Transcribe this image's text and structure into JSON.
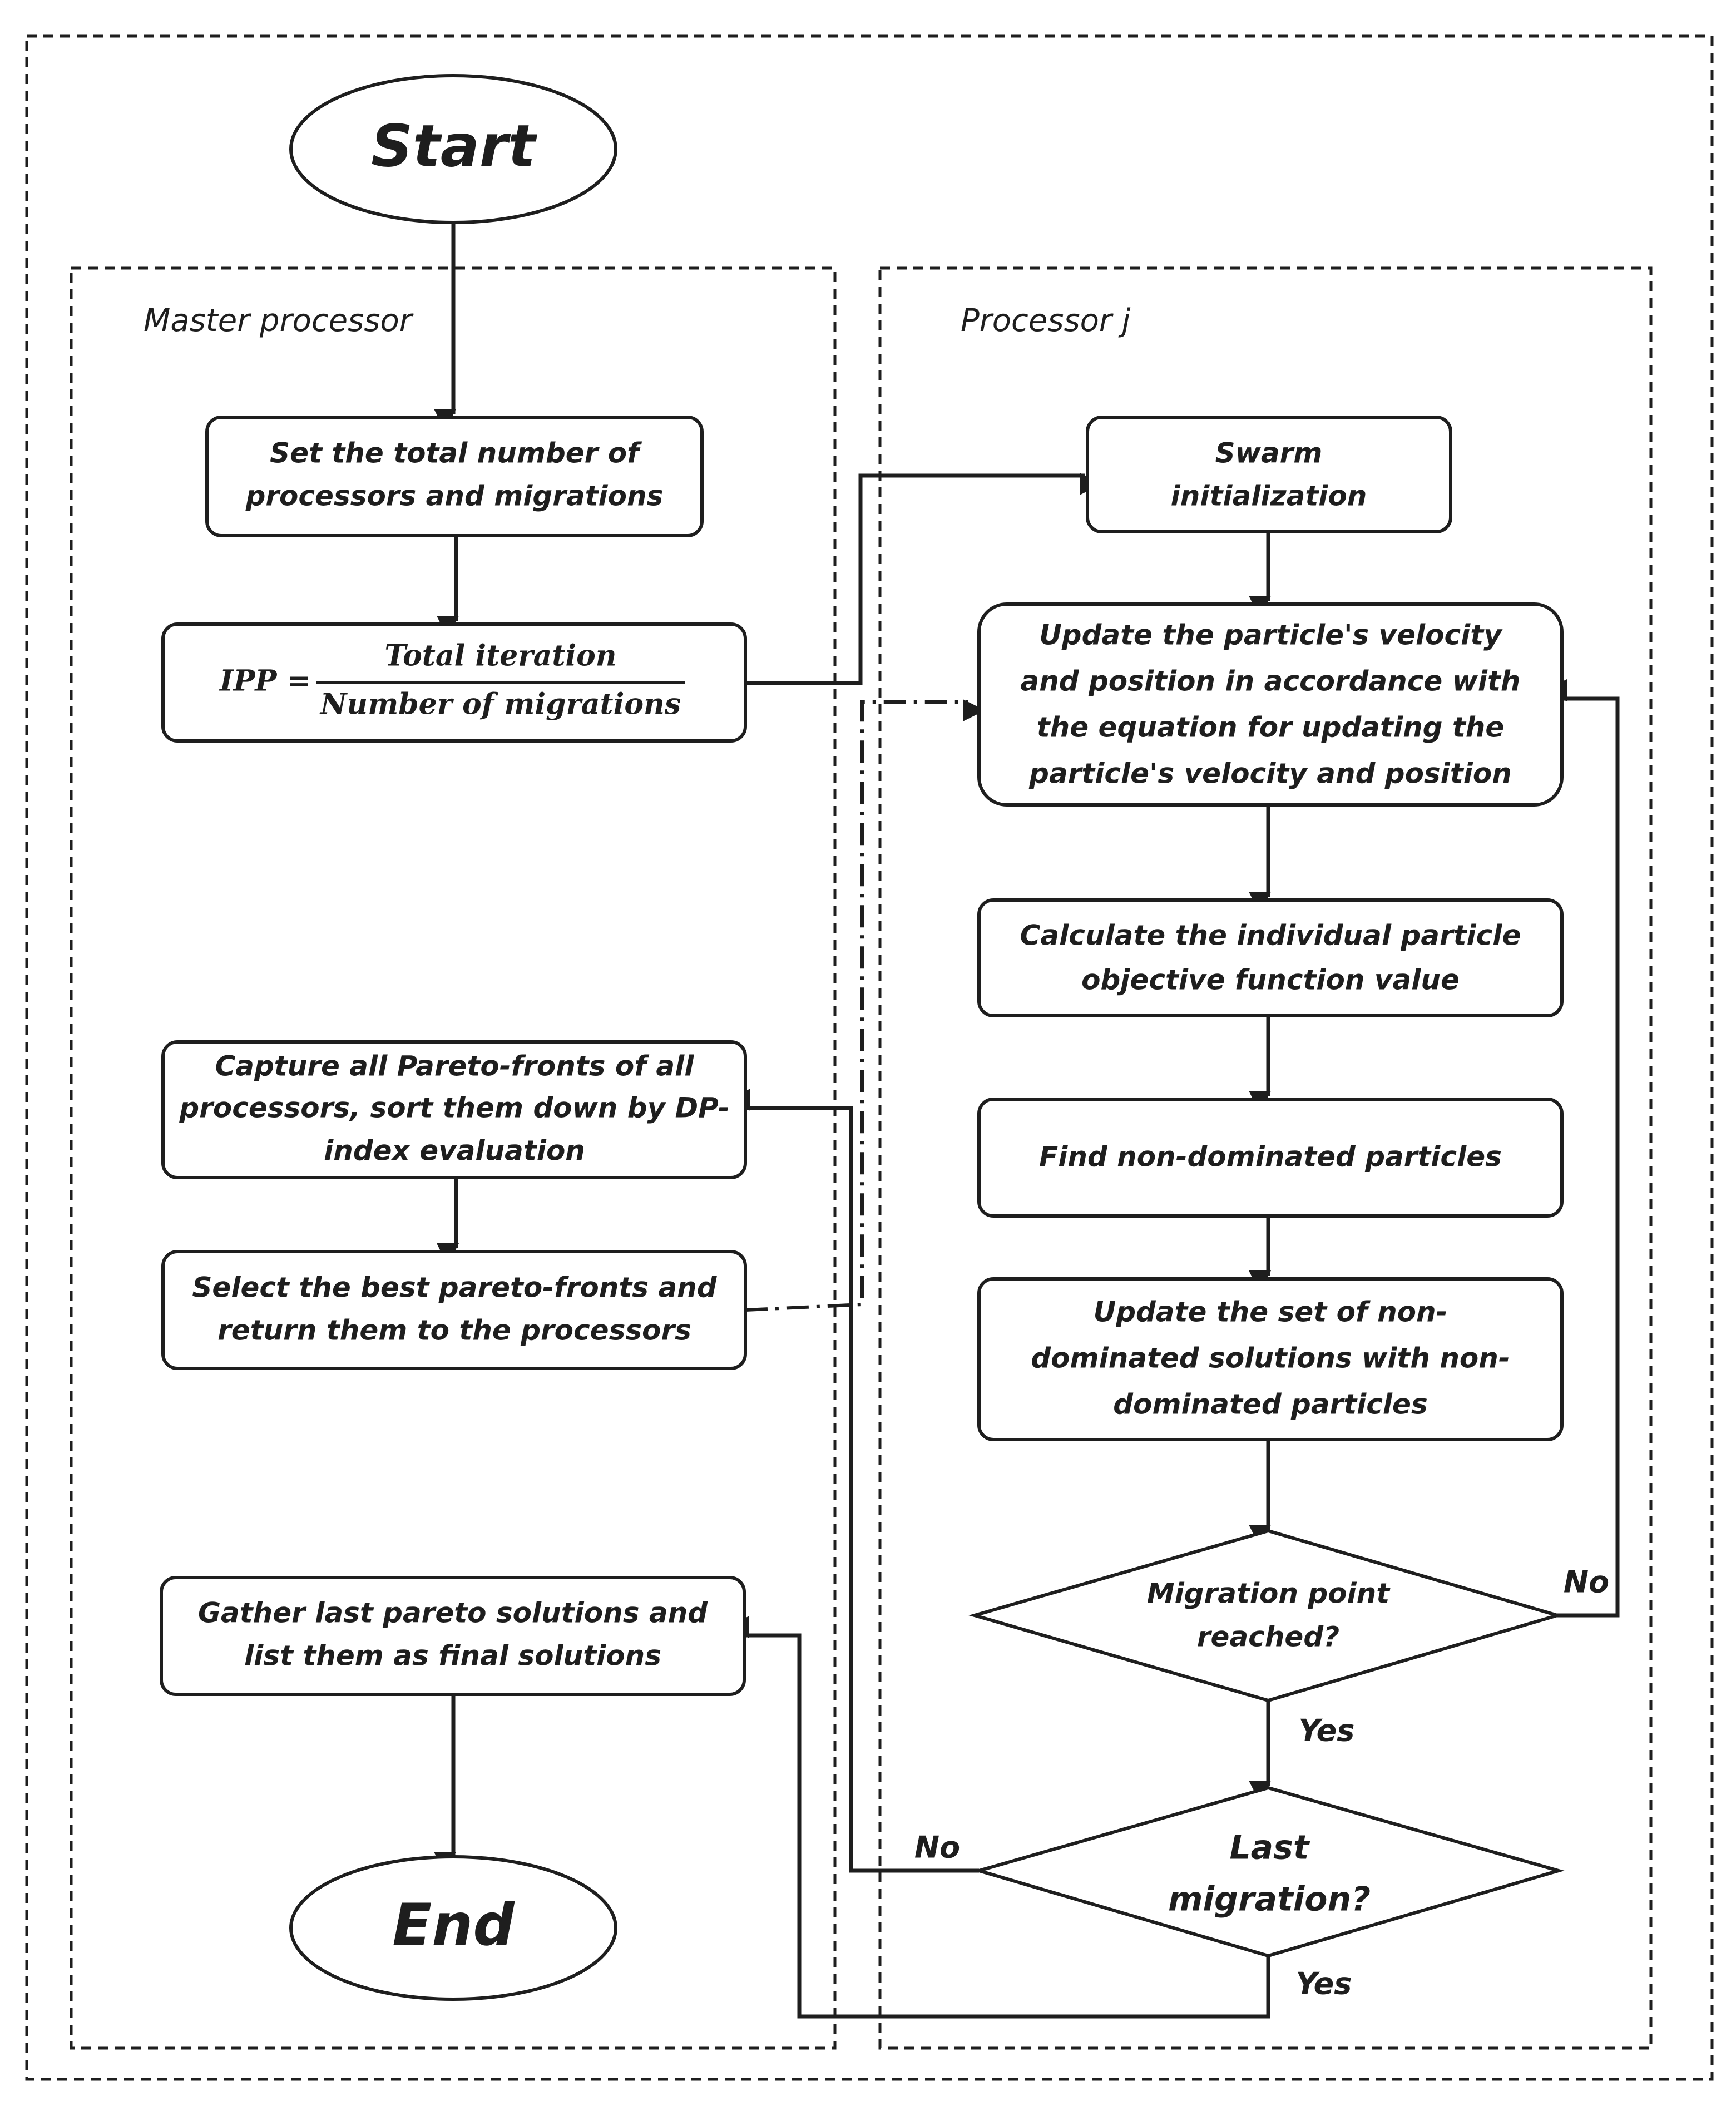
{
  "lanes": {
    "master": "Master processor",
    "worker": "Processor j"
  },
  "terminals": {
    "start": "Start",
    "end": "End"
  },
  "master": {
    "set_total": [
      "Set the total number of",
      "processors and migrations"
    ],
    "ipp": {
      "lhs": "IPP =",
      "numerator": "Total iteration",
      "denominator": "Number of migrations"
    },
    "capture": [
      "Capture all Pareto-fronts of all",
      "processors, sort them down by DP-",
      "index evaluation"
    ],
    "select_best": [
      "Select the best pareto-fronts and",
      "return them to the processors"
    ],
    "gather": [
      "Gather last pareto solutions and",
      "list them as final solutions"
    ]
  },
  "worker": {
    "swarm_init": [
      "Swarm",
      "initialization"
    ],
    "update_velocity": [
      "Update the particle's velocity",
      "and position in accordance with",
      "the equation for updating the",
      "particle's velocity and position"
    ],
    "calculate": [
      "Calculate the individual particle",
      "objective function value"
    ],
    "find_nondominated": [
      "Find non-dominated particles"
    ],
    "update_set": [
      "Update the set of non-",
      "dominated solutions with non-",
      "dominated particles"
    ],
    "migration_point": [
      "Migration point",
      "reached?"
    ],
    "last_migration": [
      "Last",
      "migration?"
    ]
  },
  "edge_labels": {
    "migration_no": "No",
    "migration_yes": "Yes",
    "last_no": "No",
    "last_yes": "Yes"
  }
}
